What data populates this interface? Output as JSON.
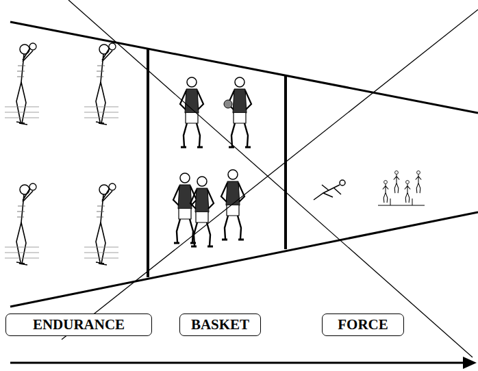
{
  "diagram": {
    "nodes": [
      {
        "text": [
          "ENDURANCE"
        ]
      },
      {
        "text": [
          "BASKET"
        ]
      },
      {
        "text": [
          "FORCE"
        ]
      }
    ]
  }
}
